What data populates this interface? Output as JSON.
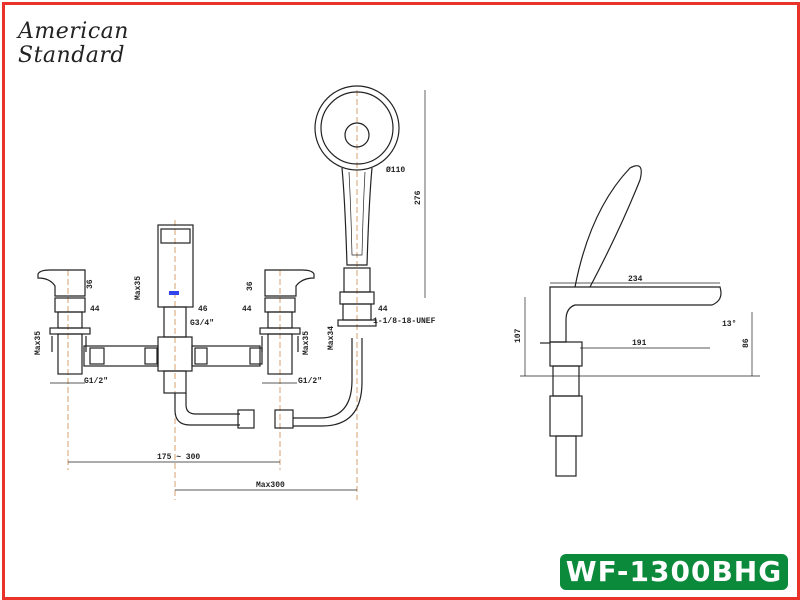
{
  "brand": {
    "line1": "American",
    "line2": "Standard"
  },
  "model": "WF-1300BHG",
  "colors": {
    "frame": "#e8322a",
    "badge": "#0a8a3a"
  },
  "dimensions": {
    "handle_height_left": "36",
    "handle_square_left": "44",
    "max35_left": "Max35",
    "spout_max35": "Max35",
    "spout_square": "46",
    "spout_thread": "G3/4\"",
    "handle_height_right": "36",
    "handle_square_right": "44",
    "max35_right": "Max35",
    "hose_square": "44",
    "hose_thread": "1-1/8-18-UNEF",
    "hose_max34": "Max34",
    "inlet_left": "G1/2\"",
    "inlet_right": "G1/2\"",
    "spacing": "175 ~ 300",
    "hose_max": "Max300",
    "shower_dia": "Ø110",
    "shower_len": "276",
    "side_length": "234",
    "side_height": "107",
    "side_reach": "191",
    "side_angle": "13°",
    "side_clearance": "86"
  }
}
